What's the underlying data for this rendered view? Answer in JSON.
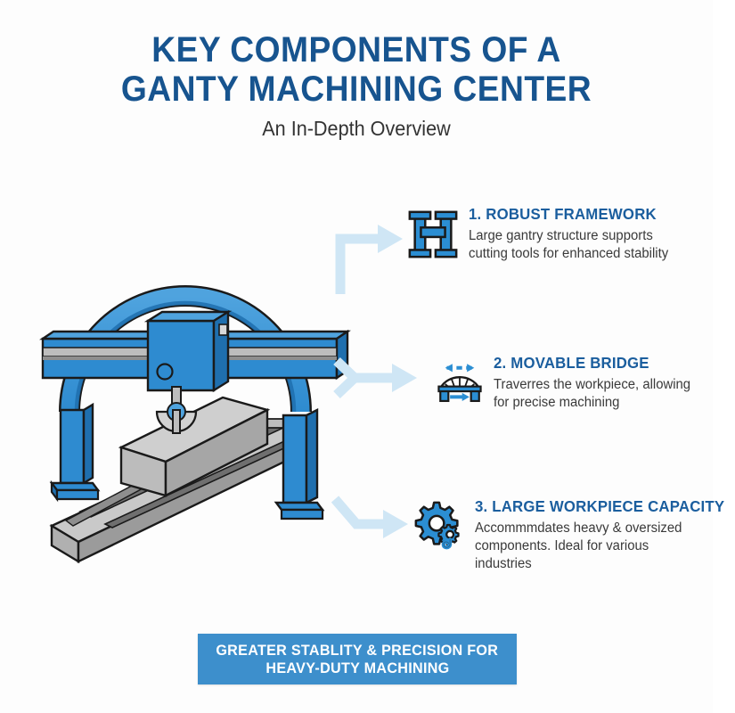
{
  "header": {
    "title_line_1": "KEY COMPONENTS OF A",
    "title_line_2": "GANTY MACHINING CENTER",
    "subtitle": "An In-Depth Overview"
  },
  "features": [
    {
      "icon": "gantry-frame-icon",
      "heading": "1. ROBUST FRAMEWORK",
      "body": "Large gantry structure supports cutting tools for enhanced stability"
    },
    {
      "icon": "movable-bridge-icon",
      "heading": "2. MOVABLE BRIDGE",
      "body": "Traverres the workpiece, allowing for precise machining"
    },
    {
      "icon": "gear-hook-icon",
      "heading": "3. LARGE WORKPIECE CAPACITY",
      "body": "Accommmdates heavy & oversized components. Ideal for various industries"
    }
  ],
  "illustration": {
    "name": "gantry-machining-center-illustration",
    "parts": [
      "gantry-arch",
      "cross-beam",
      "spindle-carriage",
      "cutting-tool",
      "workpiece-block",
      "machine-bed",
      "left-leg",
      "right-leg"
    ]
  },
  "connectors": [
    "connector-arrow-1",
    "connector-arrow-2",
    "connector-arrow-3"
  ],
  "footer": {
    "line_1": "GREATER STABLITY & PRECISION FOR",
    "line_2": "HEAVY-DUTY MACHINING"
  },
  "colors": {
    "background": "#fdfdfd",
    "title_navy": "#17548f",
    "heading_navy": "#1b5e9e",
    "body_grey": "#3a3a3a",
    "machine_blue": "#2e8bd0",
    "machine_blue_dark": "#1f6fae",
    "machine_blue_light": "#4fa3de",
    "icon_blue": "#2b8ed3",
    "arrow_blue": "#cfe6f5",
    "banner_blue": "#3d8fcc",
    "metal_light": "#c9c9c9",
    "metal_mid": "#a8a8a8",
    "metal_dark": "#7d7d7d",
    "outline": "#1a1a1a"
  }
}
